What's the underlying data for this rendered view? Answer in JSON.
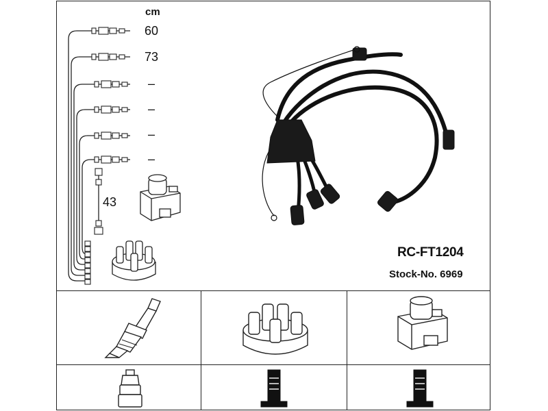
{
  "diagram": {
    "unit": "cm",
    "lengths": [
      "60",
      "73",
      "–",
      "–",
      "–",
      "–"
    ],
    "coil_length": "43",
    "part_number": "RC-FT1204",
    "stock_number": "Stock-No. 6969"
  },
  "icons": {
    "spark_plug": "spark-plug-icon",
    "distributor_cap": "distributor-cap-icon",
    "ignition_coil": "ignition-coil-icon",
    "plug_connector": "plug-connector-icon",
    "cap_terminal": "cap-terminal-icon",
    "coil_terminal": "coil-terminal-icon"
  }
}
